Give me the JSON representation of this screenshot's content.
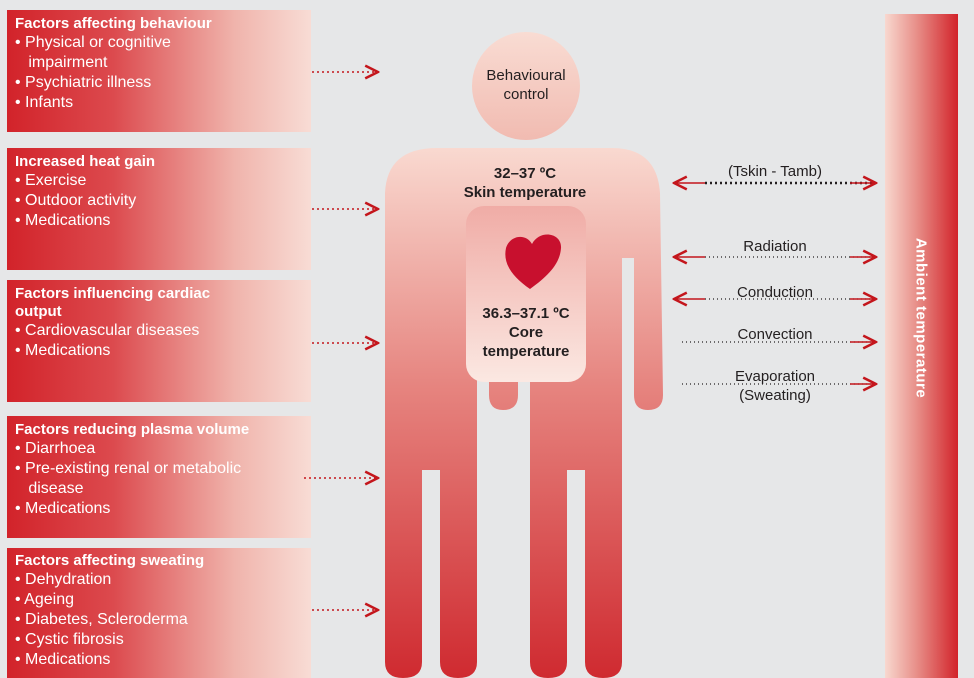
{
  "panels": [
    {
      "title": "Factors affecting behaviour",
      "items": [
        "• Physical or cognitive",
        "   impairment",
        "• Psychiatric illness",
        "• Infants"
      ]
    },
    {
      "title": "Increased heat gain",
      "items": [
        "• Exercise",
        "• Outdoor activity",
        "• Medications"
      ]
    },
    {
      "title": "Factors influencing cardiac",
      "title2": "output",
      "items": [
        "• Cardiovascular diseases",
        "• Medications"
      ]
    },
    {
      "title": "Factors reducing plasma volume",
      "items": [
        "• Diarrhoea",
        "• Pre-existing renal or metabolic",
        "   disease",
        "• Medications"
      ]
    },
    {
      "title": "Factors affecting sweating",
      "items": [
        "• Dehydration",
        "• Ageing",
        "• Diabetes, Scleroderma",
        "• Cystic fibrosis",
        "• Medications"
      ]
    }
  ],
  "head": {
    "line1": "Behavioural",
    "line2": "control"
  },
  "skin": {
    "temp": "32–37 ºC",
    "label": "Skin temperature"
  },
  "core": {
    "temp": "36.3–37.1 ºC",
    "line1": "Core",
    "line2": "temperature"
  },
  "exchange": {
    "gradient": "(Tskin - Tamb)",
    "radiation": "Radiation",
    "conduction": "Conduction",
    "convection": "Convection",
    "evaporation": "Evaporation",
    "sweating": "(Sweating)"
  },
  "ambient": "Ambient temperature",
  "colors": {
    "accent": "#d2232a",
    "background": "#e6e7e8",
    "text": "#231f20"
  }
}
